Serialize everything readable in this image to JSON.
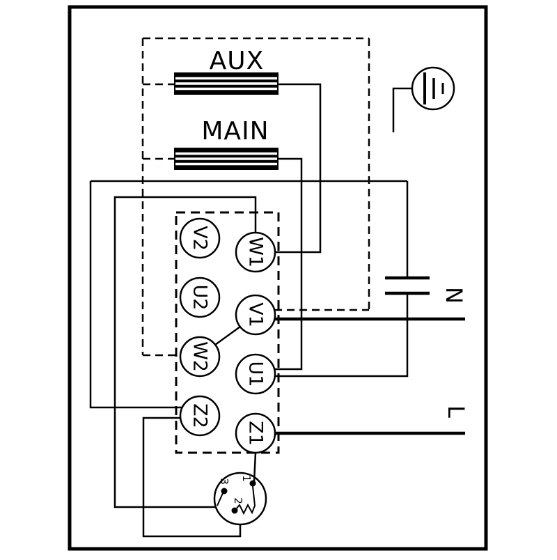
{
  "labels": {
    "aux": "AUX",
    "main": "MAIN",
    "neutral": "N",
    "line": "L"
  },
  "terminals": [
    {
      "label": "V2"
    },
    {
      "label": "W1"
    },
    {
      "label": "U2"
    },
    {
      "label": "V1"
    },
    {
      "label": "W2"
    },
    {
      "label": "U1"
    },
    {
      "label": "Z2"
    },
    {
      "label": "Z1"
    }
  ],
  "protector": {
    "terminal_1": "1",
    "terminal_2": "2",
    "terminal_3": "3"
  },
  "colors": {
    "ink": "#000000",
    "background": "#ffffff"
  }
}
